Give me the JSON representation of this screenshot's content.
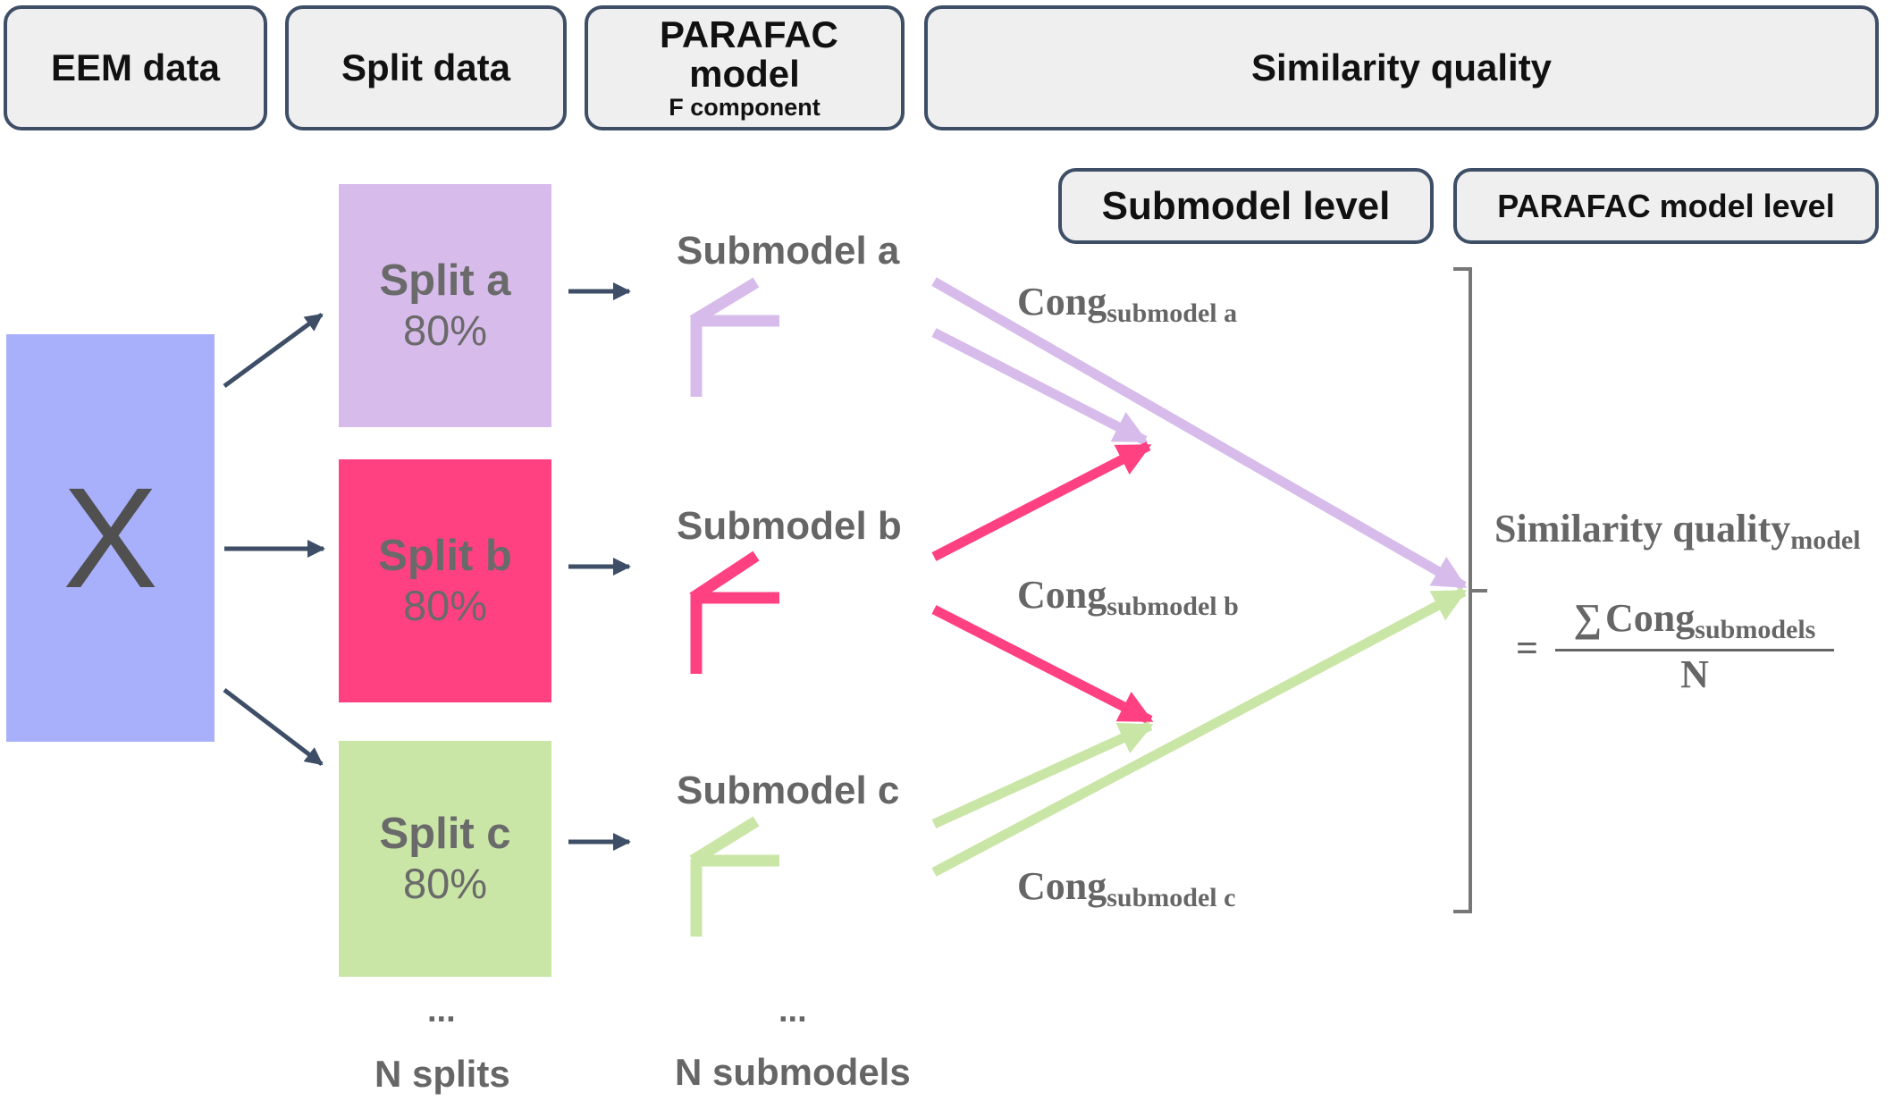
{
  "headers": {
    "eem": "EEM data",
    "split": "Split data",
    "parafac_title": "PARAFAC model",
    "parafac_sub": "F component",
    "similarity": "Similarity quality",
    "submodel_level": "Submodel level",
    "parafac_level": "PARAFAC model level"
  },
  "x_label": "X",
  "splits": [
    {
      "name": "Split a",
      "percent": "80%",
      "color": "#d7bceb"
    },
    {
      "name": "Split b",
      "percent": "80%",
      "color": "#ff4182"
    },
    {
      "name": "Split c",
      "percent": "80%",
      "color": "#c9e6a6"
    }
  ],
  "submodels": [
    {
      "name": "Submodel a",
      "color": "#d7bceb"
    },
    {
      "name": "Submodel b",
      "color": "#ff4182"
    },
    {
      "name": "Submodel c",
      "color": "#c9e6a6"
    }
  ],
  "cong": [
    {
      "base": "Cong",
      "sub": "submodel a"
    },
    {
      "base": "Cong",
      "sub": "submodel b"
    },
    {
      "base": "Cong",
      "sub": "submodel c"
    }
  ],
  "ellipsis": "...",
  "n_splits": "N splits",
  "n_submodels": "N submodels",
  "similarity_formula": {
    "lhs": "Similarity quality",
    "lhs_sub": "model",
    "equals": "=",
    "sum": "∑",
    "num_base": "Cong",
    "num_sub": "submodels",
    "den": "N"
  },
  "colors": {
    "arrow_dark": "#3d4e66",
    "x_box": "#a9b0fb",
    "bracket": "#777777"
  }
}
